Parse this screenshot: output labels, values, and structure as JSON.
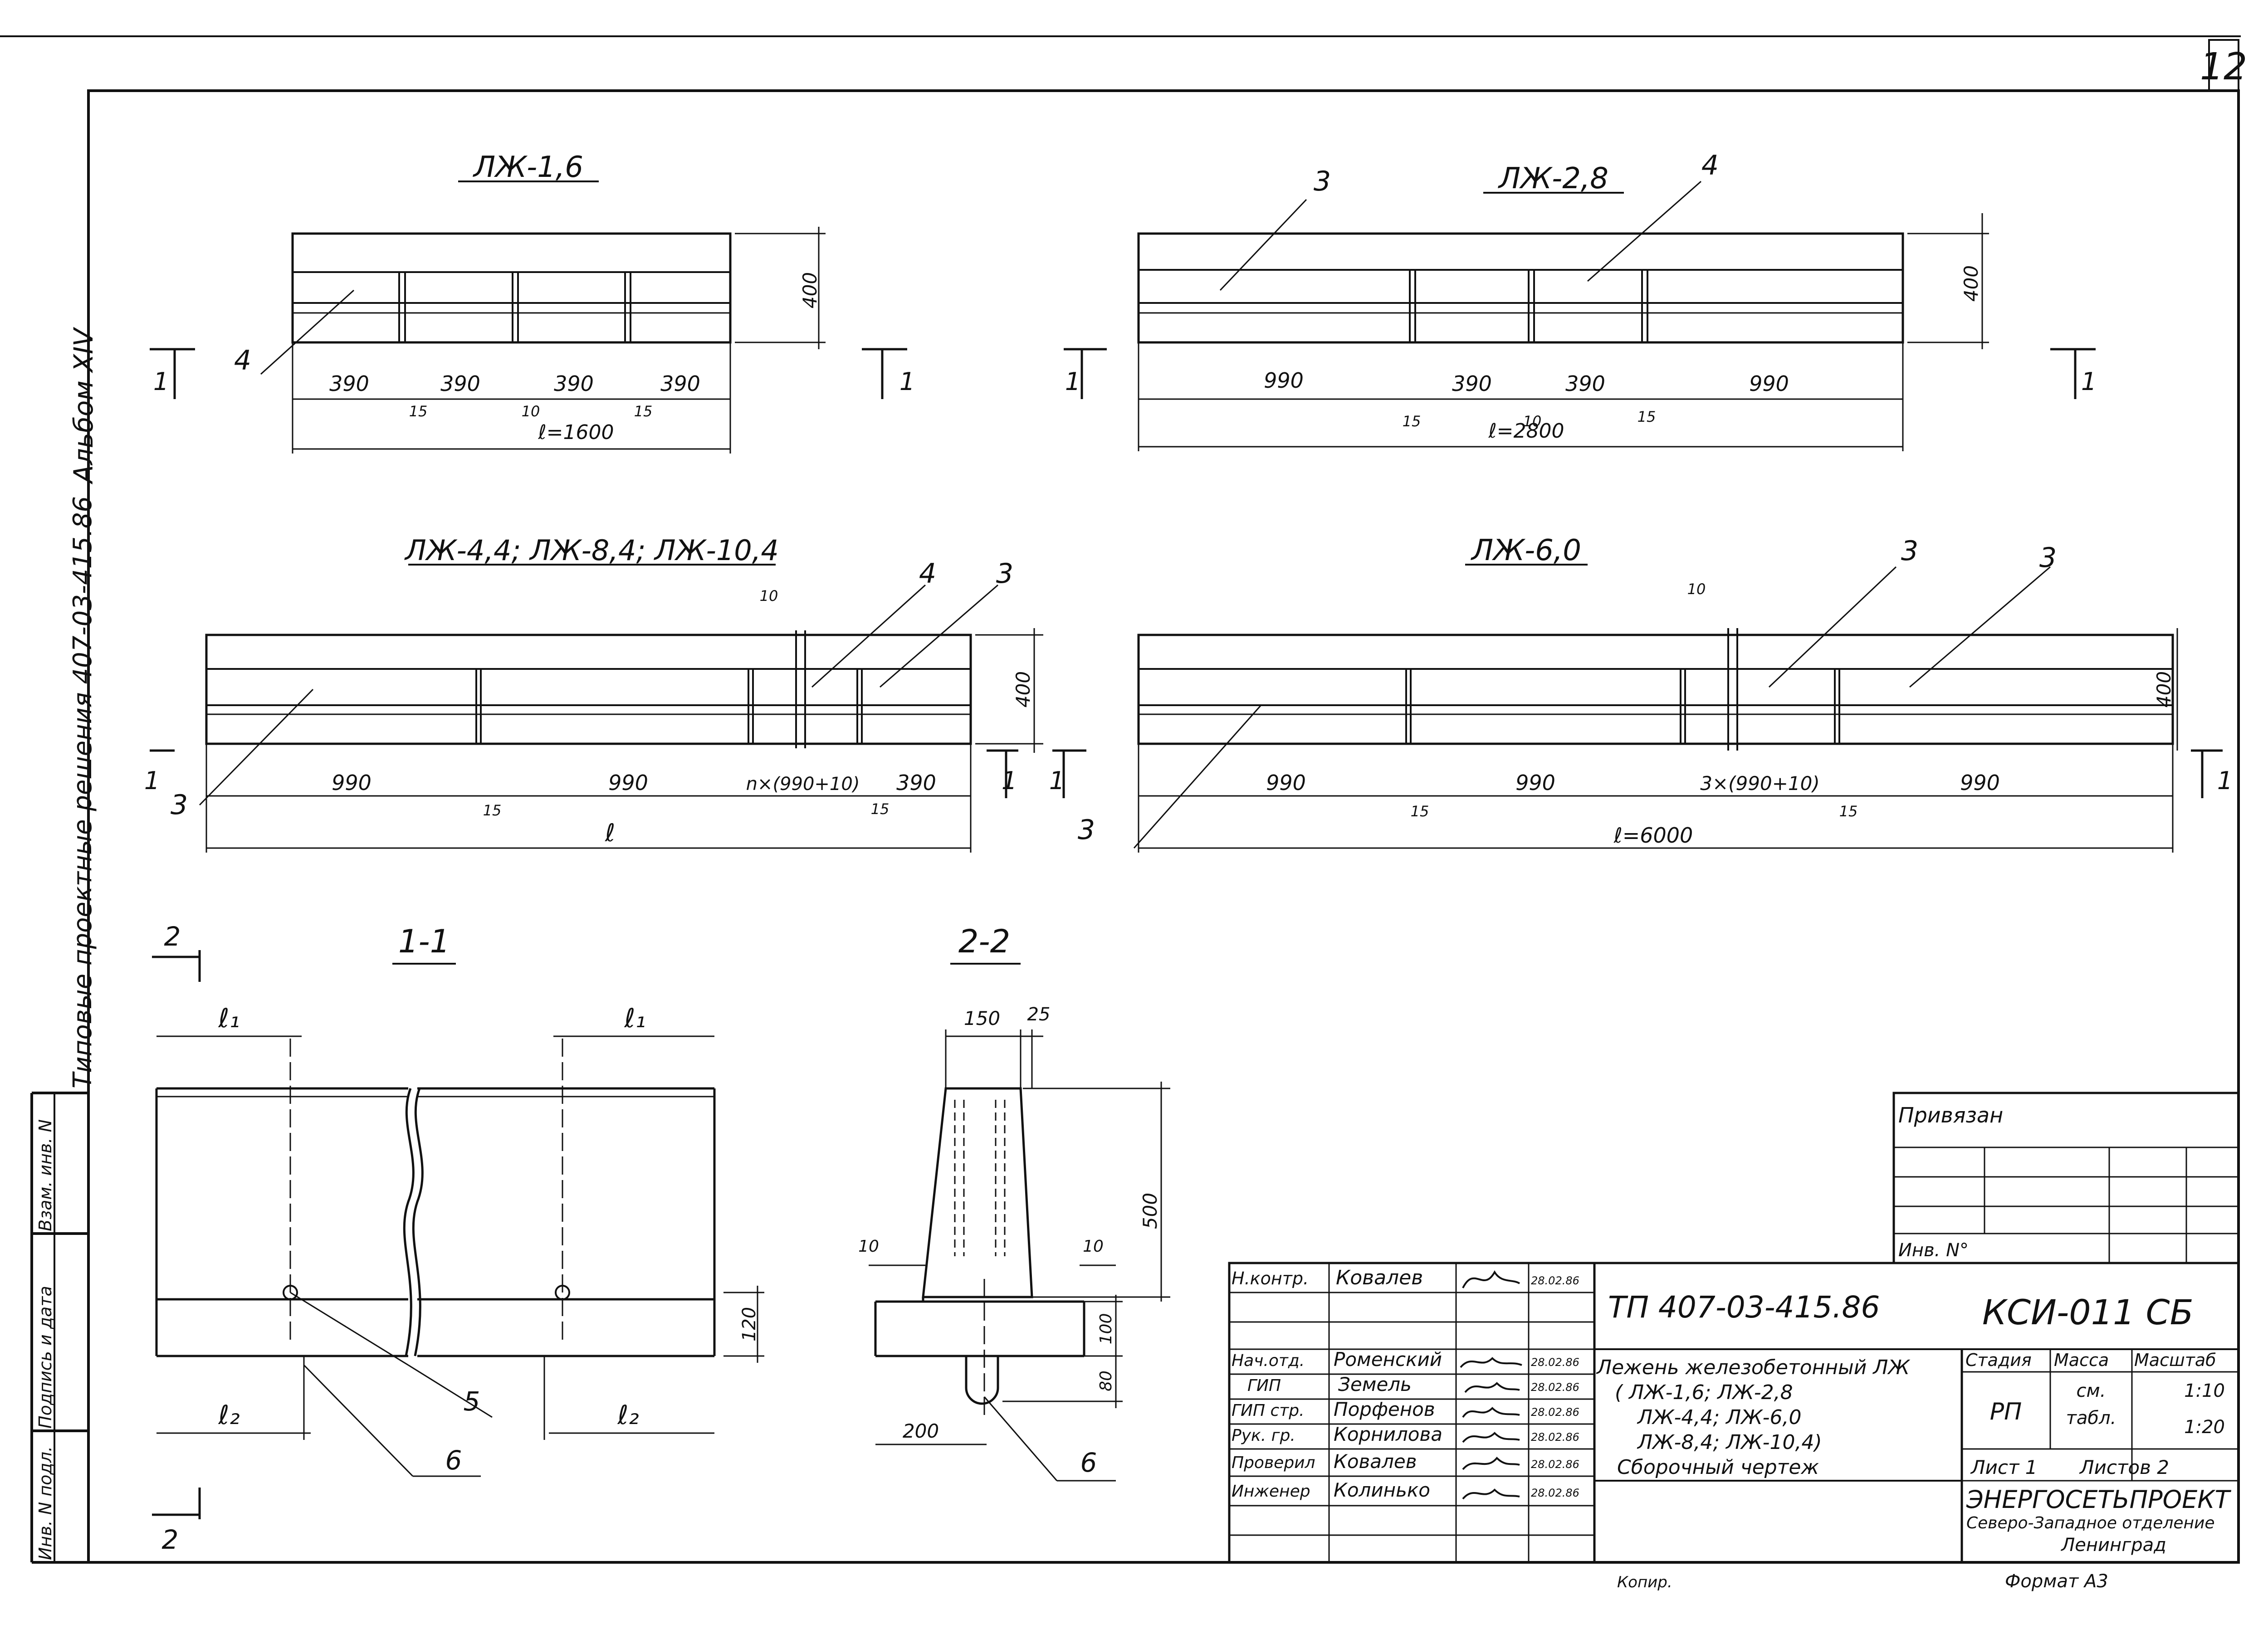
{
  "sheet": {
    "page_number": "12",
    "album": "Альбом XIV",
    "series": "Типовые  проектные  решения 407-03-415.86",
    "side_labels": [
      "Инв. N подл.",
      "Подпись и дата",
      "Взам. инв. N"
    ]
  },
  "views": {
    "lzh16": {
      "title": "ЛЖ-1,6",
      "dims": [
        "390",
        "390",
        "390",
        "390"
      ],
      "gaps": [
        "15",
        "10",
        "15"
      ],
      "length": "ℓ=1600",
      "height": "400",
      "leader": "4",
      "section_mark": "1"
    },
    "lzh28": {
      "title": "ЛЖ-2,8",
      "dims": [
        "990",
        "390",
        "390",
        "990"
      ],
      "gaps": [
        "15",
        "10",
        "15"
      ],
      "length": "ℓ=2800",
      "height": "400",
      "leaders": [
        "3",
        "4"
      ],
      "section_mark": "1"
    },
    "lzh44": {
      "title": "ЛЖ-4,4; ЛЖ-8,4; ЛЖ-10,4",
      "dims": [
        "990",
        "990",
        "n×(990+10)",
        "390"
      ],
      "gaps": [
        "15",
        "15"
      ],
      "gap_top": "10",
      "length": "ℓ",
      "height": "400",
      "leaders": [
        "3",
        "4",
        "3"
      ],
      "section_mark": "1"
    },
    "lzh60": {
      "title": "ЛЖ-6,0",
      "dims": [
        "990",
        "990",
        "3×(990+10)",
        "990"
      ],
      "gaps": [
        "15",
        "15"
      ],
      "gap_top": "10",
      "length": "ℓ=6000",
      "height": "400",
      "leaders": [
        "3",
        "3",
        "3"
      ],
      "section_mark": "1"
    },
    "sec11": {
      "title": "1-1",
      "dims": [
        "ℓ₁",
        "ℓ₁",
        "ℓ₂",
        "ℓ₂",
        "120"
      ],
      "leaders": [
        "5",
        "6"
      ],
      "section_mark": "2"
    },
    "sec22": {
      "title": "2-2",
      "dims": [
        "150",
        "25",
        "500",
        "10",
        "10",
        "100",
        "80",
        "200"
      ],
      "leader": "6"
    }
  },
  "title_block": {
    "attached_label": "Привязан",
    "inv_label": "Инв. N°",
    "code": "ТП  407-03-415.86",
    "doc": "КСИ-011 СБ",
    "roles": [
      {
        "role": "Н.контр.",
        "name": "Ковалев",
        "date": "28.02.86"
      },
      {
        "role": "",
        "name": "",
        "date": ""
      },
      {
        "role": "Нач.отд.",
        "name": "Роменский",
        "date": "28.02.86"
      },
      {
        "role": "ГИП",
        "name": "Земель",
        "date": "28.02.86"
      },
      {
        "role": "ГИП стр.",
        "name": "Порфенов",
        "date": "28.02.86"
      },
      {
        "role": "Рук. гр.",
        "name": "Корнилова",
        "date": "28.02.86"
      },
      {
        "role": "Проверил",
        "name": "Ковалев",
        "date": "28.02.86"
      },
      {
        "role": "Инженер",
        "name": "Колинько",
        "date": "28.02.86"
      }
    ],
    "description": [
      "Лежень железобетонный  ЛЖ",
      "( ЛЖ-1,6;  ЛЖ-2,8",
      "ЛЖ-4,4;  ЛЖ-6,0",
      "ЛЖ-8,4;  ЛЖ-10,4)",
      "Сборочный  чертеж"
    ],
    "stage_header": "Стадия",
    "mass_header": "Масса",
    "scale_header": "Масштаб",
    "stage": "РП",
    "mass_line1": "см.",
    "mass_line2": "табл.",
    "scale1": "1:10",
    "scale2": "1:20",
    "sheet_label": "Лист 1",
    "sheets_label": "Листов 2",
    "org": "ЭНЕРГОСЕТЬПРОЕКТ",
    "org_dept": "Северо-Западное отделение",
    "org_city": "Ленинград",
    "copied": "Копир.",
    "format": "Формат А3"
  }
}
